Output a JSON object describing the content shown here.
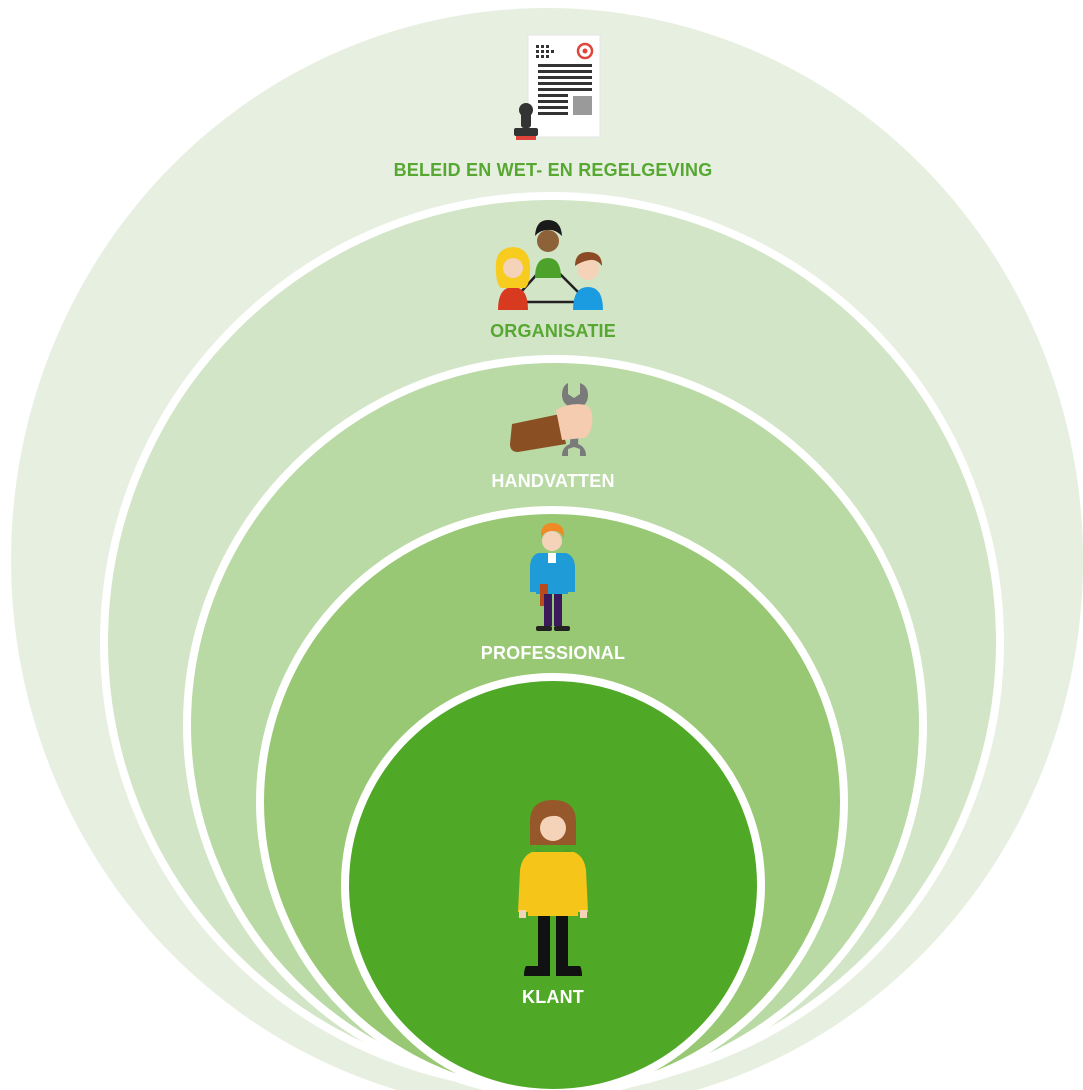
{
  "layers": [
    {
      "key": "beleid",
      "label": "BELEID EN WET- EN REGELGEVING",
      "fill": "#e7f0e0",
      "text_color": "#57a832",
      "icon": "policy-document-stamp-icon"
    },
    {
      "key": "organisatie",
      "label": "ORGANISATIE",
      "fill": "#d2e5c6",
      "text_color": "#57a832",
      "icon": "connected-people-icon"
    },
    {
      "key": "handvatten",
      "label": "HANDVATTEN",
      "fill": "#b9d9a5",
      "text_color": "#ffffff",
      "icon": "hand-wrench-icon"
    },
    {
      "key": "professional",
      "label": "PROFESSIONAL",
      "fill": "#98c873",
      "text_color": "#ffffff",
      "icon": "professional-person-icon"
    },
    {
      "key": "klant",
      "label": "KLANT",
      "fill": "#50a827",
      "text_color": "#ffffff",
      "icon": "client-person-icon"
    }
  ]
}
